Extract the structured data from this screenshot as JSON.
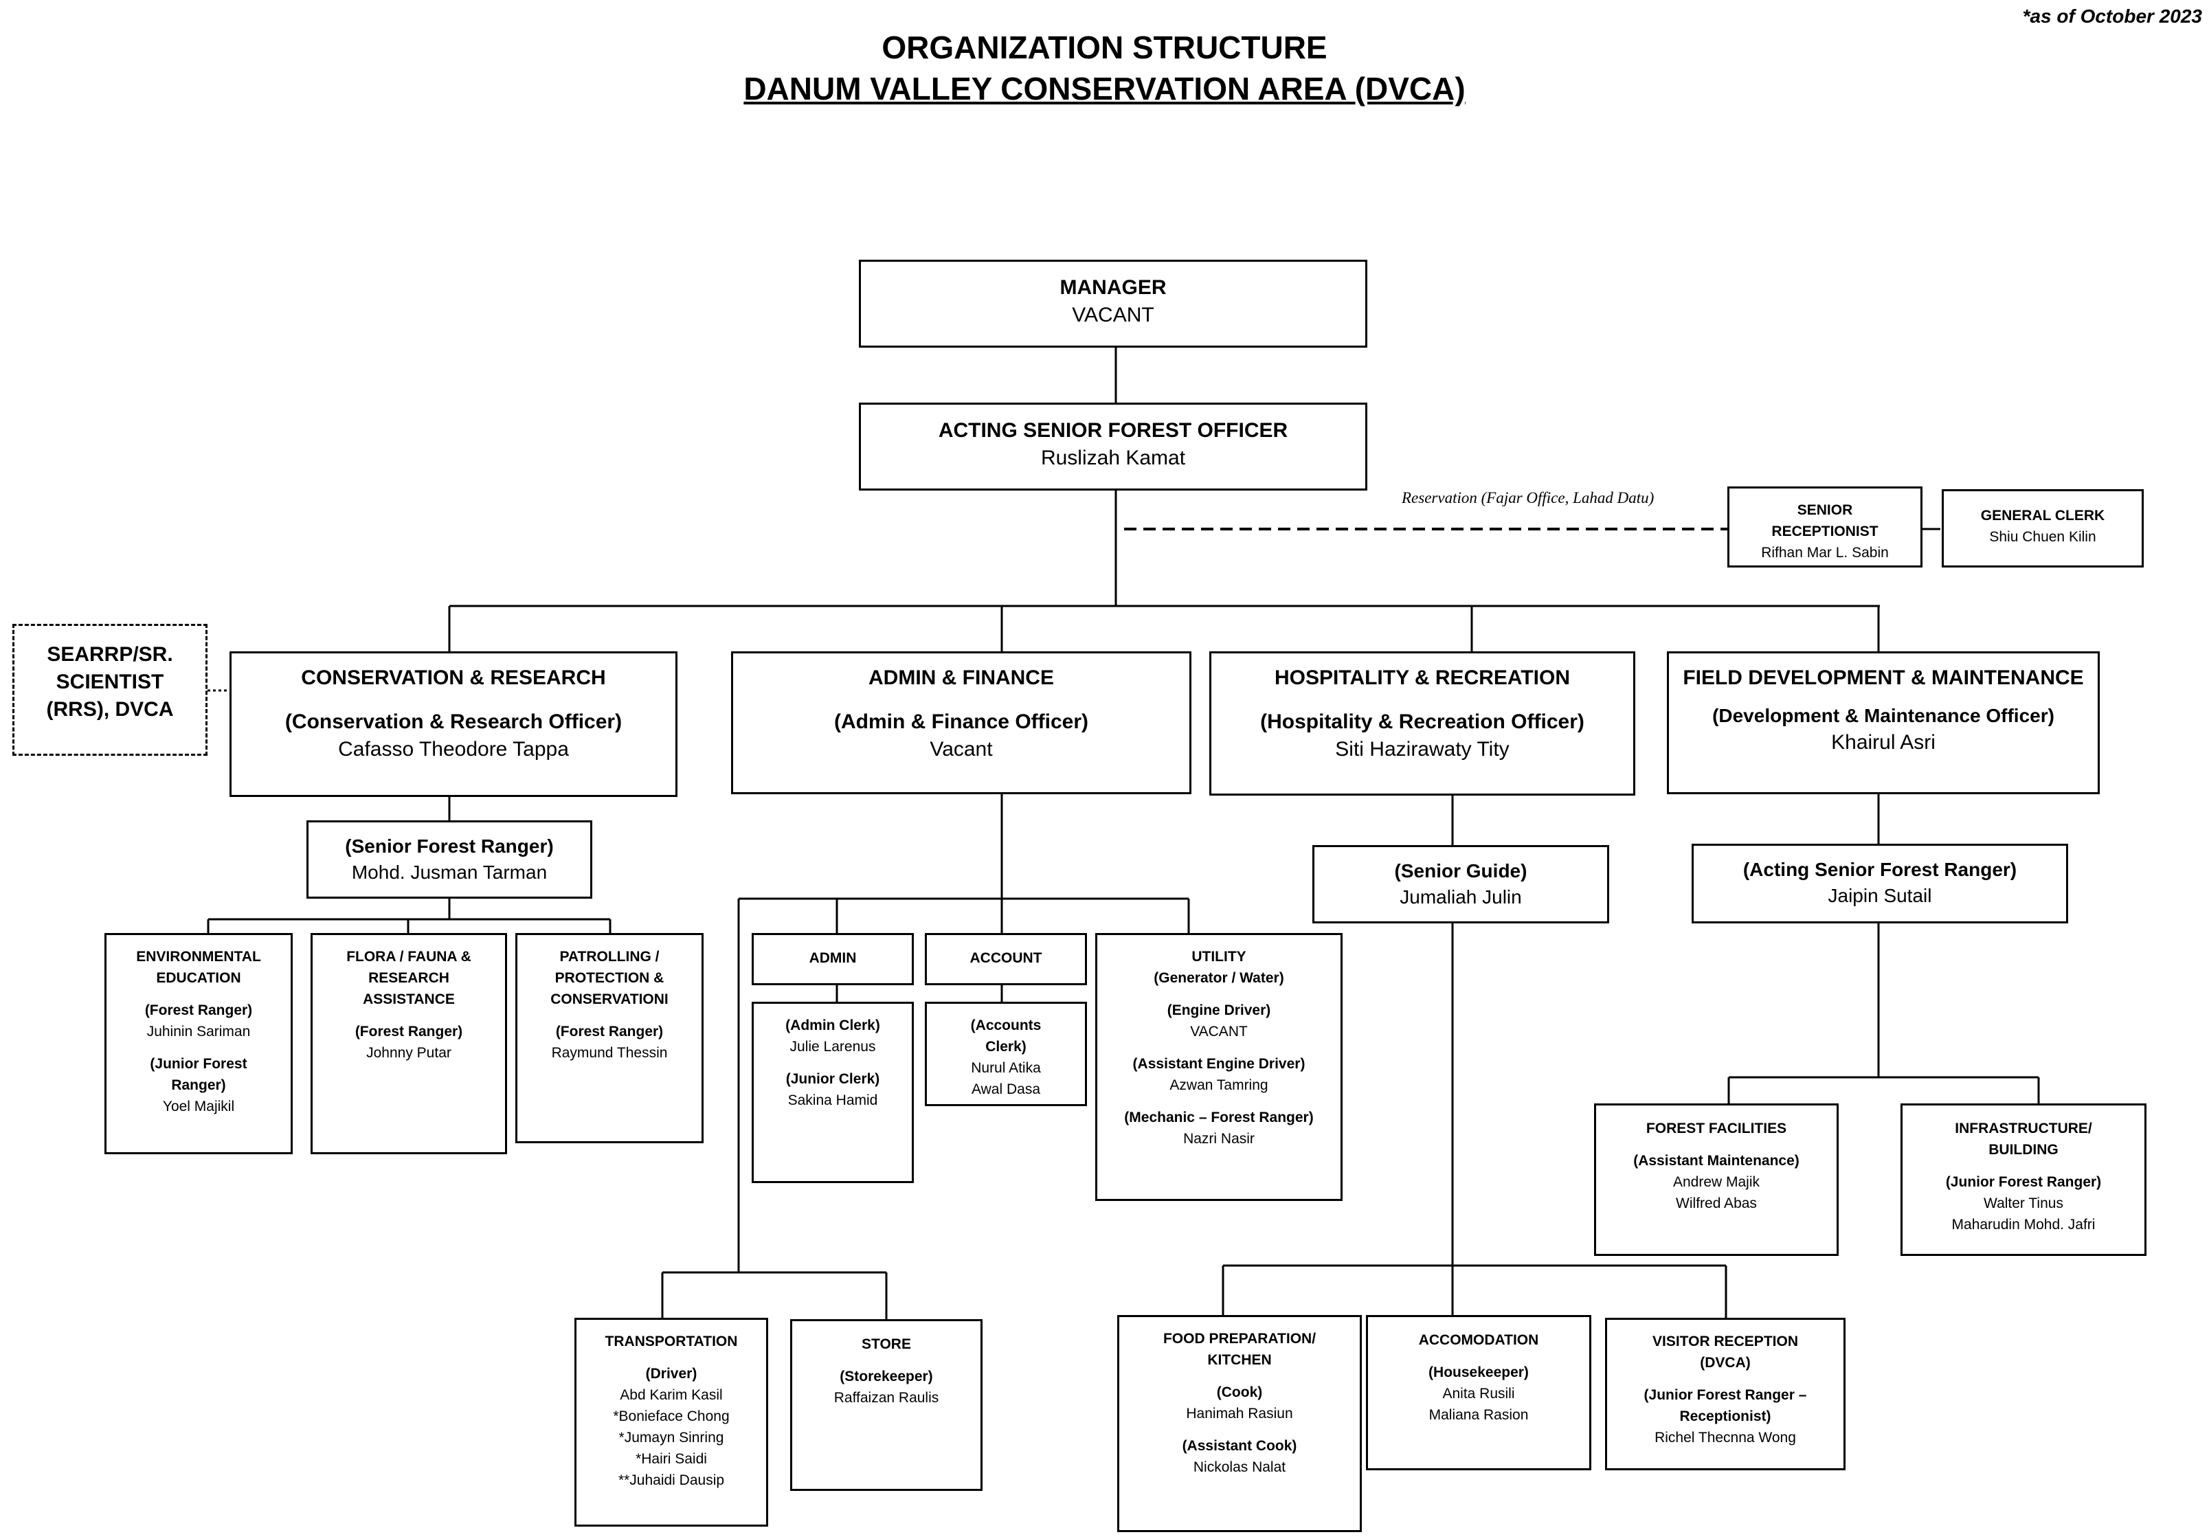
{
  "header": {
    "date_note": "*as of October 2023",
    "title": "ORGANIZATION STRUCTURE",
    "subtitle": "DANUM VALLEY CONSERVATION AREA (DVCA)"
  },
  "reservation_note": "Reservation (Fajar Office, Lahad Datu)",
  "manager": {
    "title": "MANAGER",
    "name": "VACANT"
  },
  "senior_officer": {
    "title": "ACTING SENIOR FOREST OFFICER",
    "name": "Ruslizah Kamat"
  },
  "senior_receptionist": {
    "title_1": "SENIOR",
    "title_2": "RECEPTIONIST",
    "name": "Rifhan Mar L. Sabin"
  },
  "general_clerk": {
    "title": "GENERAL CLERK",
    "name": "Shiu Chuen Kilin"
  },
  "searrp": {
    "line1": "SEARRP/SR.",
    "line2": "SCIENTIST",
    "line3": "(RRS), DVCA"
  },
  "conservation": {
    "title": "CONSERVATION & RESEARCH",
    "role": "(Conservation & Research Officer)",
    "name": "Cafasso Theodore Tappa",
    "senior_ranger": {
      "role": "(Senior Forest Ranger)",
      "name": "Mohd. Jusman Tarman"
    },
    "env_education": {
      "title_1": "ENVIRONMENTAL",
      "title_2": "EDUCATION",
      "role1": "(Forest Ranger)",
      "name1": "Juhinin Sariman",
      "role2_1": "(Junior Forest",
      "role2_2": "Ranger)",
      "name2": "Yoel Majikil"
    },
    "flora_fauna": {
      "title_1": "FLORA / FAUNA &",
      "title_2": "RESEARCH",
      "title_3": "ASSISTANCE",
      "role": "(Forest Ranger)",
      "name": "Johnny Putar"
    },
    "patrolling": {
      "title_1": "PATROLLING /",
      "title_2": "PROTECTION &",
      "title_3": "CONSERVATIONI",
      "role": "(Forest Ranger)",
      "name": "Raymund Thessin"
    }
  },
  "admin_finance": {
    "title": "ADMIN & FINANCE",
    "role": "(Admin & Finance Officer)",
    "name": "Vacant",
    "admin": {
      "title": "ADMIN",
      "role1": "(Admin Clerk)",
      "name1": "Julie Larenus",
      "role2": "(Junior Clerk)",
      "name2": "Sakina Hamid"
    },
    "account": {
      "title": "ACCOUNT",
      "role_1": "(Accounts",
      "role_2": "Clerk)",
      "name1": "Nurul Atika",
      "name2": "Awal Dasa"
    },
    "utility": {
      "title_1": "UTILITY",
      "title_2": "(Generator / Water)",
      "role1": "(Engine Driver)",
      "name1": "VACANT",
      "role2": "(Assistant Engine Driver)",
      "name2": "Azwan Tamring",
      "role3": "(Mechanic – Forest Ranger)",
      "name3": "Nazri Nasir"
    },
    "transportation": {
      "title": "TRANSPORTATION",
      "role": "(Driver)",
      "names": [
        "Abd Karim Kasil",
        "*Bonieface Chong",
        "*Jumayn Sinring",
        "*Hairi Saidi",
        "**Juhaidi Dausip"
      ]
    },
    "store": {
      "title": "STORE",
      "role": "(Storekeeper)",
      "name": "Raffaizan Raulis"
    }
  },
  "hospitality": {
    "title": "HOSPITALITY & RECREATION",
    "role": "(Hospitality & Recreation Officer)",
    "name": "Siti Hazirawaty Tity",
    "senior_guide": {
      "role": "(Senior Guide)",
      "name": "Jumaliah Julin"
    },
    "food": {
      "title_1": "FOOD PREPARATION/",
      "title_2": "KITCHEN",
      "role1": "(Cook)",
      "name1": "Hanimah Rasiun",
      "role2": "(Assistant Cook)",
      "name2": "Nickolas Nalat"
    },
    "accomodation": {
      "title": "ACCOMODATION",
      "role": "(Housekeeper)",
      "name1": "Anita Rusili",
      "name2": "Maliana Rasion"
    },
    "visitor": {
      "title_1": "VISITOR RECEPTION",
      "title_2": "(DVCA)",
      "role_1": "(Junior Forest Ranger –",
      "role_2": "Receptionist)",
      "name": "Richel Thecnna Wong"
    }
  },
  "field_dev": {
    "title": "FIELD DEVELOPMENT & MAINTENANCE",
    "role": "(Development & Maintenance Officer)",
    "name": "Khairul Asri",
    "senior_ranger": {
      "role": "(Acting Senior Forest Ranger)",
      "name": "Jaipin Sutail"
    },
    "facilities": {
      "title": "FOREST FACILITIES",
      "role": "(Assistant Maintenance)",
      "name1": "Andrew Majik",
      "name2": "Wilfred Abas"
    },
    "infrastructure": {
      "title_1": "INFRASTRUCTURE/",
      "title_2": "BUILDING",
      "role": "(Junior Forest Ranger)",
      "name1": "Walter Tinus",
      "name2": "Maharudin Mohd. Jafri"
    }
  }
}
